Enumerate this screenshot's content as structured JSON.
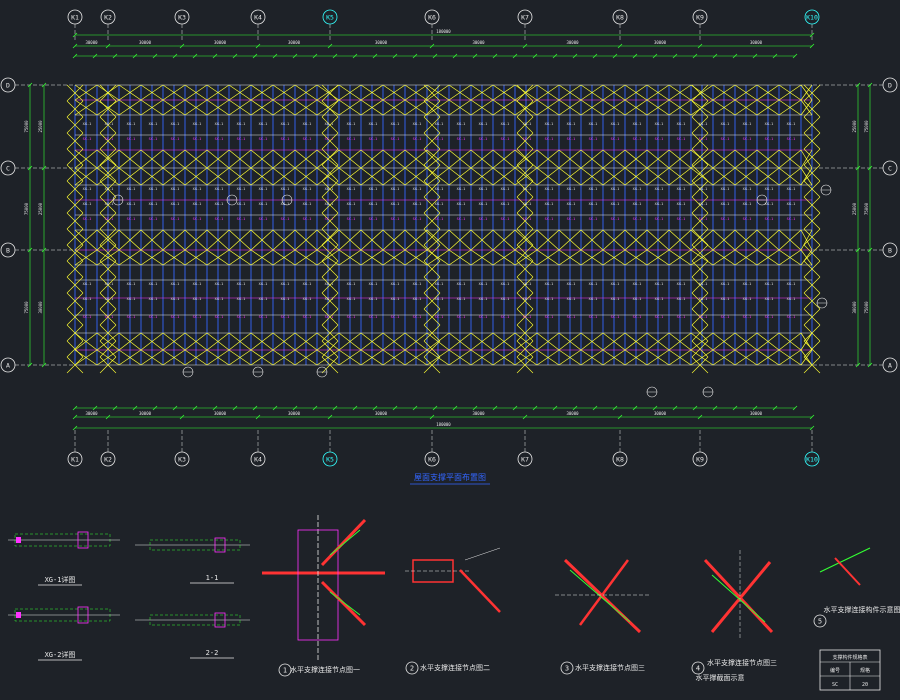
{
  "grid_x": [
    "K1",
    "K2",
    "K3",
    "K4",
    "K5",
    "K6",
    "K7",
    "K8",
    "K9",
    "K10"
  ],
  "grid_y": [
    "A",
    "B",
    "C",
    "D"
  ],
  "plan": {
    "title": "屋面支撑平面布置图",
    "overall_dim": "180000",
    "segment_dims": [
      "30000",
      "30000",
      "30000",
      "30000",
      "30000",
      "30000"
    ],
    "side_dims_left": [
      "30000",
      "25000",
      "25000"
    ],
    "side_total": "75000",
    "purlin_label_yellow": "XG-1",
    "purlin_label_magenta": "SC-1",
    "bay_tags": [
      "DZ-1",
      "SC-2"
    ]
  },
  "details": [
    {
      "caption": "XG-1详图"
    },
    {
      "caption": "XG-2详图"
    },
    {
      "caption": "1-1"
    },
    {
      "caption": "2-2"
    },
    {
      "num": "1",
      "caption": "水平支撑连接节点图一"
    },
    {
      "num": "2",
      "caption": "水平支撑连接节点图二"
    },
    {
      "num": "3",
      "caption": "水平支撑连接节点图三"
    },
    {
      "num": "4",
      "caption": "水平支撑连接节点图三",
      "sub": "水平撑截面示意"
    },
    {
      "num": "5",
      "caption": "水平支撑连接构件示意图"
    }
  ],
  "table": {
    "header": "支撑构件规格表",
    "rows": [
      [
        "编号",
        "规格"
      ],
      [
        "SC",
        "20"
      ]
    ]
  },
  "colors": {
    "bg": "#1e2228",
    "yellow": "#ffff33",
    "magenta": "#ff33ff",
    "blue": "#3366ff",
    "cyan": "#33ffff",
    "white": "#e8e8e8",
    "green": "#33ff33",
    "red": "#ff3333"
  }
}
